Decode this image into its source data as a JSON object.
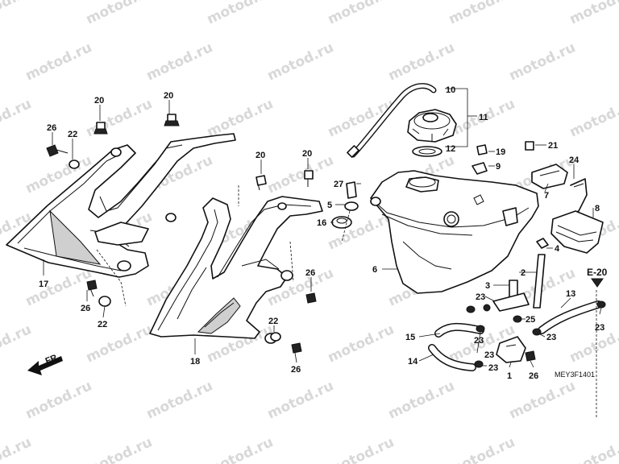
{
  "watermark_text": "motod.ru",
  "diagram_code": "MEY3F1401",
  "ref_label": "E-20",
  "direction_label": "FR.",
  "part_labels": [
    {
      "id": "c20a",
      "text": "20"
    },
    {
      "id": "c20b",
      "text": "20"
    },
    {
      "id": "c26a",
      "text": "26"
    },
    {
      "id": "c22a",
      "text": "22"
    },
    {
      "id": "c17",
      "text": "17"
    },
    {
      "id": "c26b",
      "text": "26"
    },
    {
      "id": "c22b",
      "text": "22"
    },
    {
      "id": "c20c",
      "text": "20"
    },
    {
      "id": "c20d",
      "text": "20"
    },
    {
      "id": "c26c",
      "text": "26"
    },
    {
      "id": "c22c",
      "text": "22"
    },
    {
      "id": "c26d",
      "text": "26"
    },
    {
      "id": "c18",
      "text": "18"
    },
    {
      "id": "c10",
      "text": "10"
    },
    {
      "id": "c11",
      "text": "11"
    },
    {
      "id": "c12",
      "text": "12"
    },
    {
      "id": "c19",
      "text": "19"
    },
    {
      "id": "c9",
      "text": "9"
    },
    {
      "id": "c21",
      "text": "21"
    },
    {
      "id": "c24",
      "text": "24"
    },
    {
      "id": "c7",
      "text": "7"
    },
    {
      "id": "c8",
      "text": "8"
    },
    {
      "id": "c27",
      "text": "27"
    },
    {
      "id": "c5",
      "text": "5"
    },
    {
      "id": "c16",
      "text": "16"
    },
    {
      "id": "c4",
      "text": "4"
    },
    {
      "id": "c6",
      "text": "6"
    },
    {
      "id": "c2",
      "text": "2"
    },
    {
      "id": "c3",
      "text": "3"
    },
    {
      "id": "c23a",
      "text": "23"
    },
    {
      "id": "c25",
      "text": "25"
    },
    {
      "id": "c13",
      "text": "13"
    },
    {
      "id": "c23b",
      "text": "23"
    },
    {
      "id": "c15",
      "text": "15"
    },
    {
      "id": "c23c",
      "text": "23"
    },
    {
      "id": "c23d",
      "text": "23"
    },
    {
      "id": "c14",
      "text": "14"
    },
    {
      "id": "c23e",
      "text": "23"
    },
    {
      "id": "c1",
      "text": "1"
    },
    {
      "id": "c26e",
      "text": "26"
    },
    {
      "id": "c23f",
      "text": "23"
    }
  ]
}
